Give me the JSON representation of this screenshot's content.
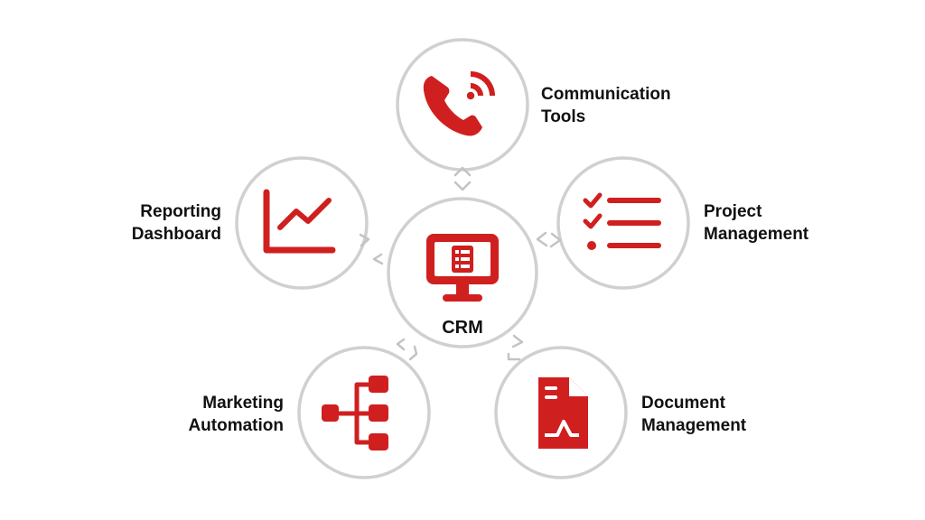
{
  "colors": {
    "accent": "#d01f1f",
    "ring": "#d0d0d0",
    "arrow": "#c3c3c3",
    "text": "#111111"
  },
  "center": {
    "label": "CRM",
    "icon": "monitor-list-icon"
  },
  "nodes": [
    {
      "id": "communication",
      "lines": [
        "Communication",
        "Tools"
      ],
      "icon": "phone-ringing-icon"
    },
    {
      "id": "project",
      "lines": [
        "Project",
        "Management"
      ],
      "icon": "checklist-icon"
    },
    {
      "id": "document",
      "lines": [
        "Document",
        "Management"
      ],
      "icon": "document-chart-icon"
    },
    {
      "id": "marketing",
      "lines": [
        "Marketing",
        "Automation"
      ],
      "icon": "hierarchy-tree-icon"
    },
    {
      "id": "reporting",
      "lines": [
        "Reporting",
        "Dashboard"
      ],
      "icon": "line-chart-icon"
    }
  ]
}
